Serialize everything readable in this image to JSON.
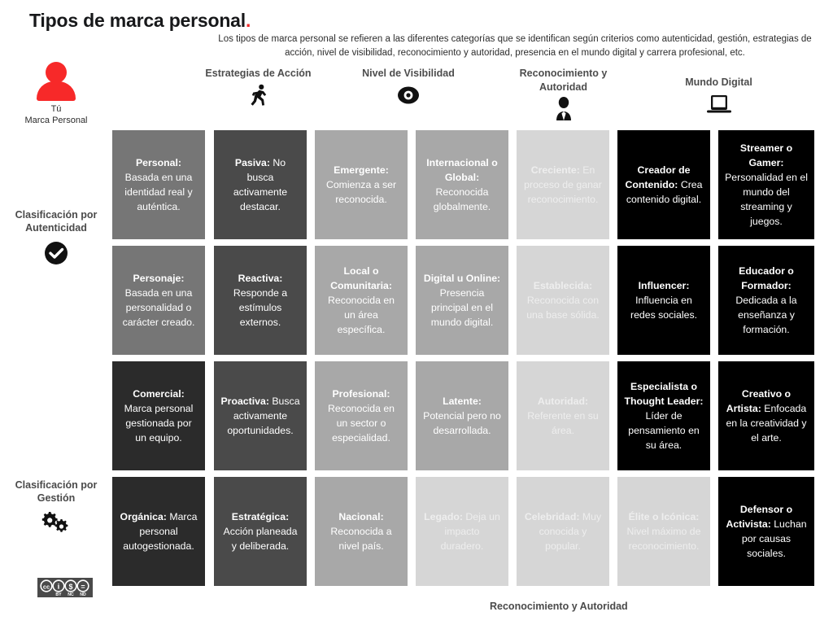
{
  "header": {
    "title": "Tipos de marca personal",
    "title_dot": ".",
    "subtitle": "Los tipos de marca personal se refieren a las diferentes categorías que se identifican según criterios como autenticidad, gestión, estrategias de acción, nivel de visibilidad, reconocimiento y autoridad, presencia en el mundo digital y carrera profesional, etc."
  },
  "rail": {
    "you": {
      "line1": "Tú",
      "line2": "Marca Personal",
      "icon": "person-icon",
      "color": "#f72929"
    },
    "groups": [
      {
        "title": "Clasificación por Autenticidad",
        "icon": "check-circle-icon"
      },
      {
        "title": "Clasificación por Gestión",
        "icon": "gears-icon"
      }
    ],
    "license": {
      "name": "cc-by-nc-nd-badge",
      "code": "CC",
      "terms": [
        "BY",
        "NC",
        "ND"
      ]
    }
  },
  "columns": [
    {
      "title": "",
      "icon": ""
    },
    {
      "title": "Estrategias de Acción",
      "icon": "running-person-icon"
    },
    {
      "title": "Nivel de Visibilidad",
      "icon": "eye-icon"
    },
    {
      "title": "",
      "icon": ""
    },
    {
      "title": "Reconocimiento y Autoridad",
      "icon": "person-tie-icon"
    },
    {
      "title": "Mundo Digital",
      "icon": "laptop-icon"
    },
    {
      "title": "",
      "icon": ""
    }
  ],
  "footer": {
    "caption": "Reconocimiento y Autoridad"
  },
  "chart_data": {
    "type": "table",
    "title": "Tipos de marca personal",
    "columns": 7,
    "rows": 4,
    "cells": [
      {
        "term": "Personal:",
        "desc": " Basada en una identidad real y auténtica.",
        "tone": "t-mid"
      },
      {
        "term": "Pasiva:",
        "desc": " No busca activamente destacar.",
        "tone": "t-dark"
      },
      {
        "term": "Emergente:",
        "desc": " Comienza a ser reconocida.",
        "tone": "t-light"
      },
      {
        "term": "Internacional o Global:",
        "desc": " Reconocida globalmente.",
        "tone": "t-light"
      },
      {
        "term": "Creciente:",
        "desc": " En proceso de ganar reconocimiento.",
        "tone": "t-lighter"
      },
      {
        "term": "Creador de Contenido:",
        "desc": " Crea contenido digital.",
        "tone": "t-black"
      },
      {
        "term": "Streamer o Gamer:",
        "desc": " Personalidad en el mundo del streaming y juegos.",
        "tone": "t-black"
      },
      {
        "term": "Personaje:",
        "desc": " Basada en una personalidad o carácter creado.",
        "tone": "t-mid"
      },
      {
        "term": "Reactiva:",
        "desc": " Responde a estímulos externos.",
        "tone": "t-dark"
      },
      {
        "term": "Local o Comunitaria:",
        "desc": " Reconocida en un área específica.",
        "tone": "t-light"
      },
      {
        "term": "Digital u Online:",
        "desc": " Presencia principal en el mundo digital.",
        "tone": "t-light"
      },
      {
        "term": "Establecida:",
        "desc": " Reconocida con una base sólida.",
        "tone": "t-lighter"
      },
      {
        "term": "Influencer:",
        "desc": " Influencia en redes sociales.",
        "tone": "t-black"
      },
      {
        "term": "Educador o Formador:",
        "desc": " Dedicada a la enseñanza y formación.",
        "tone": "t-black"
      },
      {
        "term": "Comercial:",
        "desc": " Marca personal gestionada por un equipo.",
        "tone": "t-darker"
      },
      {
        "term": "Proactiva:",
        "desc": " Busca activamente oportunidades.",
        "tone": "t-dark"
      },
      {
        "term": "Profesional:",
        "desc": " Reconocida en un sector o especialidad.",
        "tone": "t-light"
      },
      {
        "term": "Latente:",
        "desc": " Potencial pero no desarrollada.",
        "tone": "t-light"
      },
      {
        "term": "Autoridad:",
        "desc": " Referente en su área.",
        "tone": "t-lighter"
      },
      {
        "term": "Especialista o Thought Leader:",
        "desc": " Líder de pensamiento en su área.",
        "tone": "t-black"
      },
      {
        "term": "Creativo o Artista:",
        "desc": " Enfocada en la creatividad y el arte.",
        "tone": "t-black"
      },
      {
        "term": "Orgánica:",
        "desc": " Marca personal autogestionada.",
        "tone": "t-darker"
      },
      {
        "term": "Estratégica:",
        "desc": " Acción planeada y deliberada.",
        "tone": "t-dark"
      },
      {
        "term": "Nacional:",
        "desc": " Reconocida a nivel país.",
        "tone": "t-light"
      },
      {
        "term": "Legado:",
        "desc": " Deja un impacto duradero.",
        "tone": "t-lighter"
      },
      {
        "term": "Celebridad:",
        "desc": " Muy conocida y popular.",
        "tone": "t-lighter"
      },
      {
        "term": "Élite o Icónica:",
        "desc": " Nivel máximo de reconocimiento.",
        "tone": "t-lighter"
      },
      {
        "term": "Defensor o Activista:",
        "desc": " Luchan por causas sociales.",
        "tone": "t-black"
      }
    ]
  }
}
